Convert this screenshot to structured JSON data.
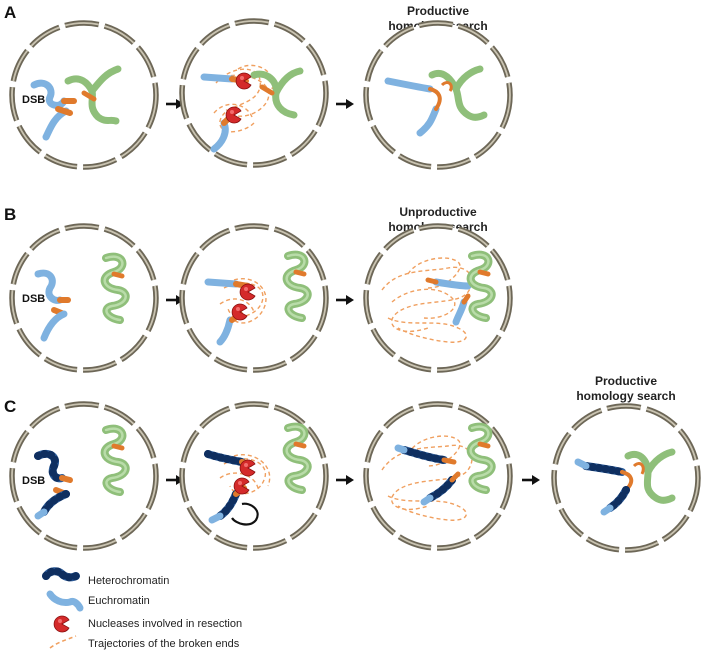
{
  "panels": {
    "A": {
      "letter": "A",
      "dsb_label": "DSB",
      "outcome_line1": "Productive",
      "outcome_line2": "homology search"
    },
    "B": {
      "letter": "B",
      "dsb_label": "DSB",
      "outcome_line1": "Unproductive",
      "outcome_line2": "homology search"
    },
    "C": {
      "letter": "C",
      "dsb_label": "DSB",
      "outcome_line1": "Productive",
      "outcome_line2": "homology search"
    }
  },
  "legend": {
    "heterochromatin": "Heterochromatin",
    "euchromatin": "Euchromatin",
    "nucleases": "Nucleases involved in resection",
    "trajectories": "Trajectories of  the broken ends"
  },
  "colors": {
    "euchromatin": "#7fb2e0",
    "heterochromatin": "#1f4e8a",
    "homolog": "#8fbf7a",
    "broken_end": "#e07a2c",
    "nuclease": "#d42a2a",
    "trajectory": "#f0a060",
    "nuclear_envelope": "#8a8474"
  }
}
